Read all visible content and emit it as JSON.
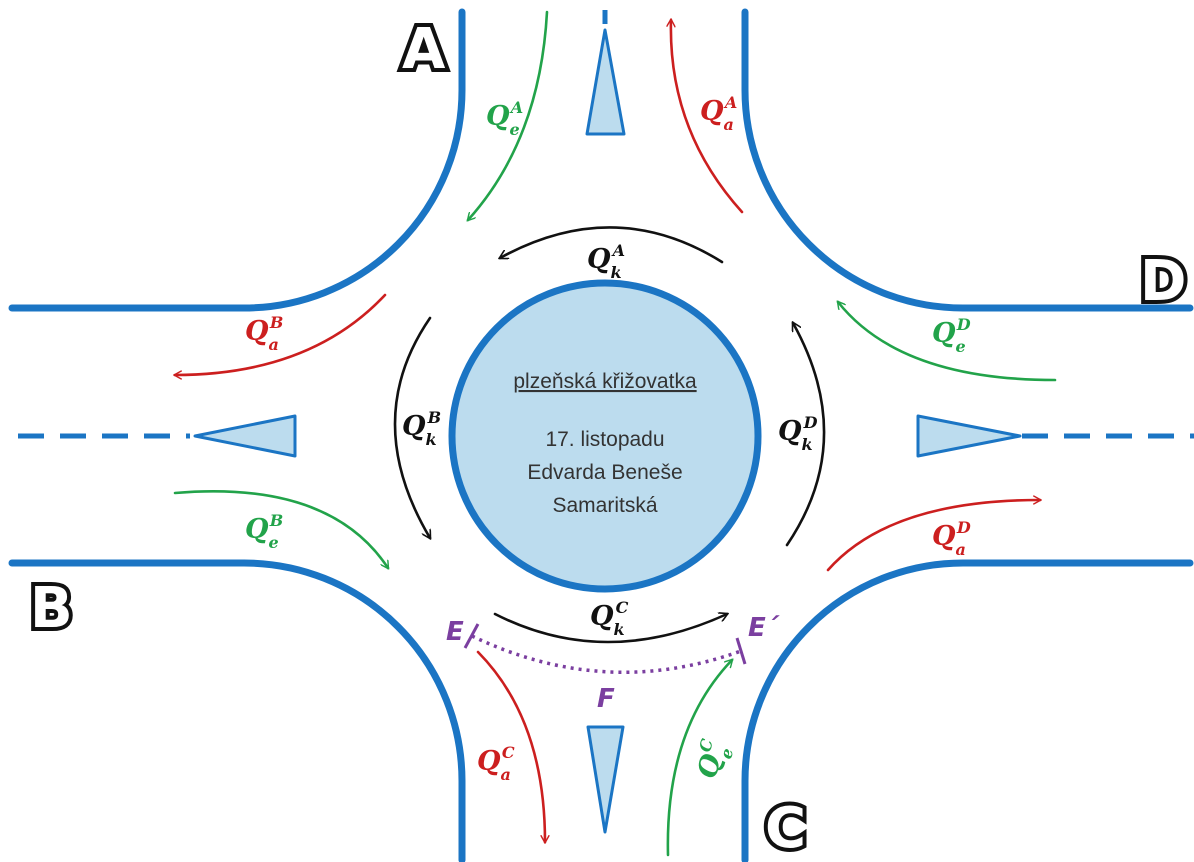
{
  "arms": {
    "a": "A",
    "b": "B",
    "c": "C",
    "d": "D"
  },
  "center": {
    "title": "plzeňská křižovatka",
    "lines": [
      "17. listopadu",
      "Edvarda Beneše",
      "Samaritská"
    ]
  },
  "flow_symbol": "Q",
  "flows": {
    "entry_a": {
      "sub": "e",
      "sup": "A"
    },
    "exit_a": {
      "sub": "a",
      "sup": "A"
    },
    "circ_a": {
      "sub": "k",
      "sup": "A"
    },
    "exit_b": {
      "sub": "a",
      "sup": "B"
    },
    "circ_b": {
      "sub": "k",
      "sup": "B"
    },
    "entry_b": {
      "sub": "e",
      "sup": "B"
    },
    "circ_c": {
      "sub": "k",
      "sup": "C"
    },
    "exit_c": {
      "sub": "a",
      "sup": "C"
    },
    "entry_c": {
      "sub": "e",
      "sup": "C"
    },
    "entry_d": {
      "sub": "e",
      "sup": "D"
    },
    "circ_d": {
      "sub": "k",
      "sup": "D"
    },
    "exit_d": {
      "sub": "a",
      "sup": "D"
    }
  },
  "conflict": {
    "point_e": "E",
    "point_e_prime": "E´",
    "point_f": "F"
  },
  "colors": {
    "road": "#1b75c4",
    "island": "#bcdcee",
    "entry": "#22a34a",
    "exit": "#cc1f1f",
    "circulating": "#111111",
    "conflict": "#7b3fa0"
  }
}
